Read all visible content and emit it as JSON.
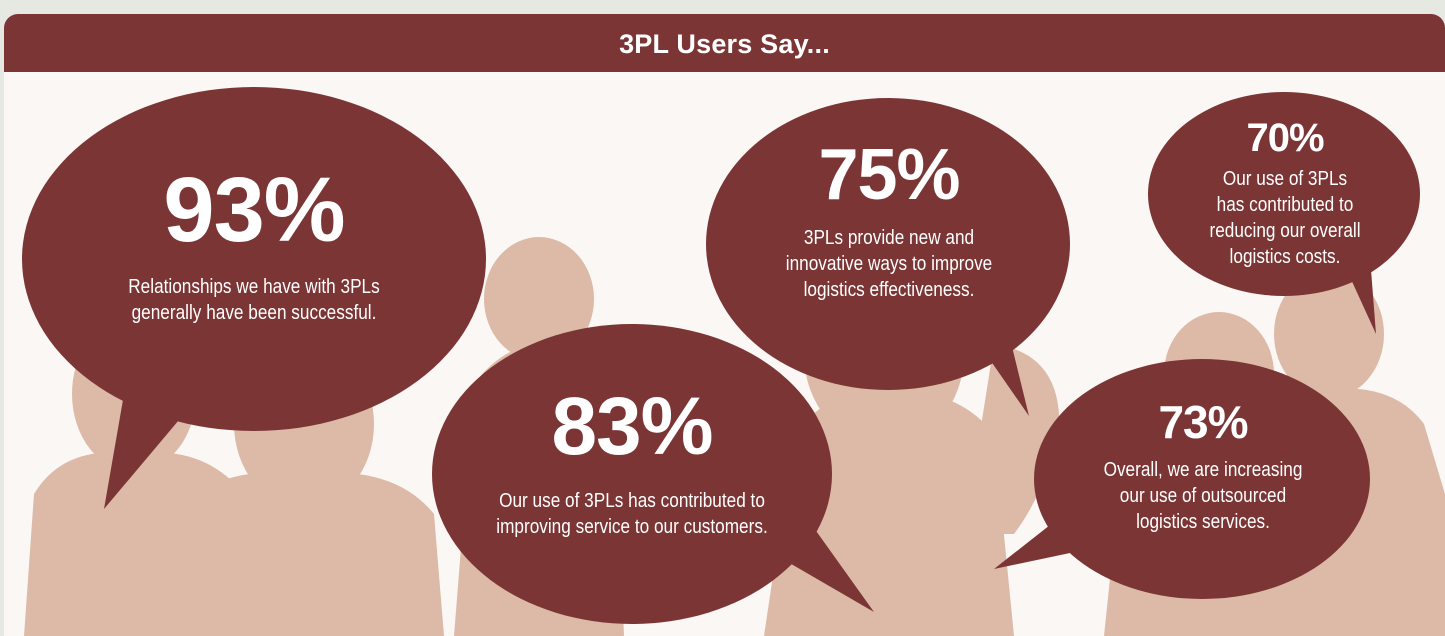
{
  "header": {
    "title": "3PL Users Say..."
  },
  "stats": [
    {
      "percent": "93%",
      "caption_lines": [
        "Relationships we have with 3PLs",
        "generally have been successful."
      ]
    },
    {
      "percent": "83%",
      "caption_lines": [
        "Our use of 3PLs has contributed to",
        "improving service to our customers."
      ]
    },
    {
      "percent": "75%",
      "caption_lines": [
        "3PLs provide new and",
        "innovative ways to improve",
        "logistics effectiveness."
      ]
    },
    {
      "percent": "70%",
      "caption_lines": [
        "Our use of 3PLs",
        "has contributed to",
        "reducing our overall",
        "logistics costs."
      ]
    },
    {
      "percent": "73%",
      "caption_lines": [
        "Overall, we are increasing",
        "our use of outsourced",
        "logistics services."
      ]
    }
  ],
  "colors": {
    "bubble": "#7b3535",
    "silhouette": "#dcbaa7",
    "background": "#fbf7f4"
  }
}
